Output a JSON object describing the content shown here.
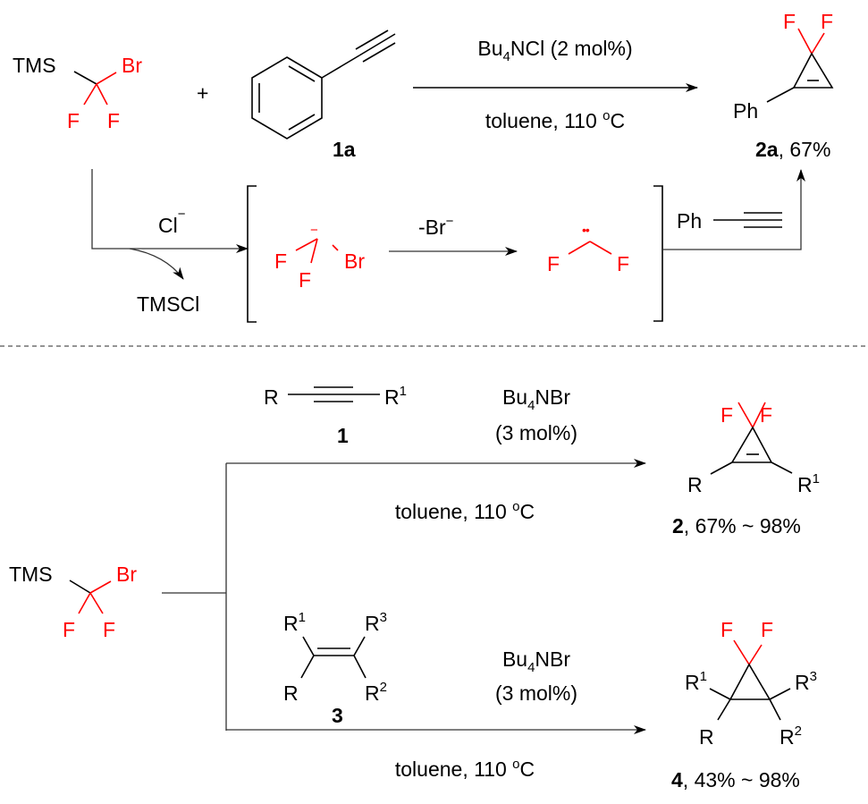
{
  "reagent": {
    "tms": "TMS",
    "br": "Br",
    "f": "F"
  },
  "top": {
    "plus": "+",
    "substrate_label": "1a",
    "catalyst": {
      "a": "Bu",
      "sub": "4",
      "b": "NCl (2 mol%)"
    },
    "conditions": {
      "a": "toluene, 110 ",
      "sup": "o",
      "b": "C"
    },
    "product": {
      "ph": "Ph",
      "f": "F",
      "label": "2a",
      "yield": ", 67%"
    }
  },
  "mechanism": {
    "chloride": "Cl",
    "charge_minus": "−",
    "byproduct": "TMSCl",
    "anion": {
      "f": "F",
      "br": "Br",
      "charge": "−"
    },
    "loss": {
      "a": "-Br",
      "sup": "−"
    },
    "carbene": {
      "f": "F",
      "dots": "••"
    },
    "alkyne": {
      "ph": "Ph"
    }
  },
  "bottom": {
    "alkyne": {
      "r": "R",
      "r1": "R",
      "r1_sup": "1",
      "label": "1"
    },
    "alkene": {
      "r": "R",
      "r1_sup": "1",
      "r2_sup": "2",
      "r3_sup": "3",
      "label": "3"
    },
    "catalyst": {
      "a": "Bu",
      "sub": "4",
      "b": "NBr",
      "loading": "(3 mol%)"
    },
    "conditions": {
      "a": "toluene, 110 ",
      "sup": "o",
      "b": "C"
    },
    "product2": {
      "label": "2",
      "yield": ", 67% ~ 98%"
    },
    "product4": {
      "label": "4",
      "yield": ", 43% ~ 98%"
    }
  },
  "colors": {
    "fluorine_bromine": "#ff0000",
    "bonds": "#000000"
  }
}
